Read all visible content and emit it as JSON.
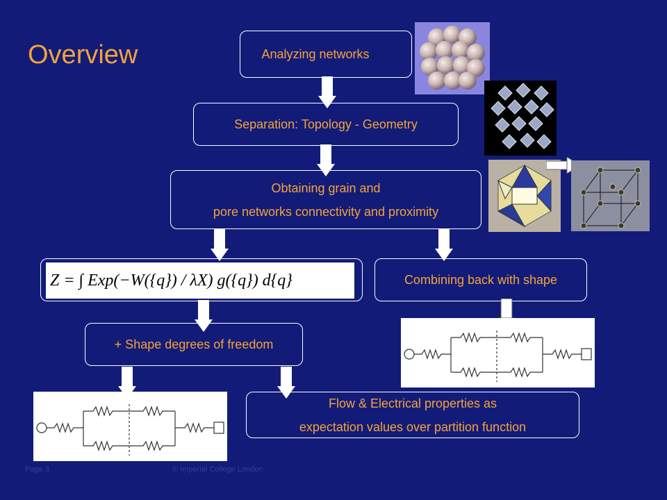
{
  "title": "Overview",
  "boxes": {
    "analyzing": "Analyzing networks",
    "separation": "Separation: Topology - Geometry",
    "obtaining_line1": "Obtaining grain and",
    "obtaining_line2": "pore networks connectivity and proximity",
    "partition_formula": "Z = ∫ Exp(−W({q}) / λX) g({q}) d{q}",
    "combining": "Combining back with shape",
    "shape_dof": "+ Shape degrees of freedom",
    "flow_line1": "Flow & Electrical properties as",
    "flow_line2": "expectation  values over partition function"
  },
  "footer": {
    "page": "Page 3",
    "copyright": "© Imperial College London"
  },
  "colors": {
    "background": "#121c78",
    "accent_text": "#f5a23b",
    "arrow": "#ffffff"
  }
}
